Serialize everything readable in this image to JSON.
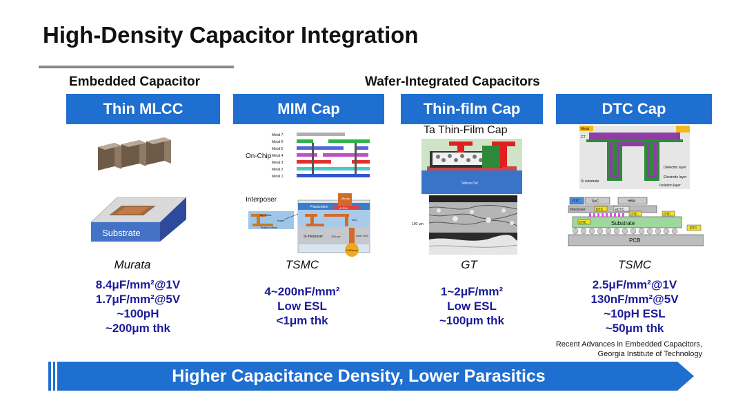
{
  "title": "High-Density Capacitor Integration",
  "sections": {
    "embedded": "Embedded Capacitor",
    "wafer": "Wafer-Integrated Capacitors"
  },
  "columns": [
    {
      "header": "Thin MLCC",
      "company": "Murata",
      "specs": [
        "8.4μF/mm²@1V",
        "1.7μF/mm²@5V",
        "~100pH",
        "~200μm thk"
      ]
    },
    {
      "header": "MIM Cap",
      "company": "TSMC",
      "specs": [
        "4~200nF/mm²",
        "Low ESL",
        "<1μm thk"
      ]
    },
    {
      "header": "Thin-film Cap",
      "company": "GT",
      "specs": [
        "1~2μF/mm²",
        "Low ESL",
        "~100μm thk"
      ]
    },
    {
      "header": "DTC Cap",
      "company": "TSMC",
      "specs": [
        "2.5μF/mm²@1V",
        "130nF/mm²@5V",
        "~10pH ESL",
        "~50μm thk"
      ]
    }
  ],
  "figures": {
    "mlcc_substrate": "Substrate",
    "mim_onchip": "On-Chip",
    "mim_interposer": "Interposer",
    "mim_metal_layers": [
      "Metal 7",
      "Metal 6",
      "Metal 5",
      "Metal 4",
      "Metal 3",
      "Metal 2",
      "Metal 1"
    ],
    "mim_interposer_labels": [
      "Passivation",
      "Al RDL",
      "UBump",
      "Si interposer",
      "100 μm",
      "C4/Bump",
      "Top Metal",
      "Bottom Metal",
      "Insert",
      "SiO₂",
      "Liner SiO₂"
    ],
    "thinfilm_title": "Ta Thin-Film Cap",
    "thinfilm_silicon": "Silicon Ox/",
    "thinfilm_scale": "100 μm",
    "dtc_top_labels": [
      "Metal",
      "CT",
      "Dielectric layer",
      "Electrode layer",
      "Isolation layer",
      "Si substrate"
    ],
    "dtc_package_labels": [
      "DTC",
      "SoC",
      "HBM",
      "Interposer",
      "DTC",
      "eDTC",
      "DTC",
      "DTC",
      "Substrate",
      "DTC",
      "DTC",
      "PCB"
    ]
  },
  "reference": [
    "Recent Advances in Embedded Capacitors,",
    "Georgia Institute of Technology"
  ],
  "banner": "Higher Capacitance Density, Lower Parasitics",
  "colors": {
    "header_blue": "#1f6fd1",
    "spec_text": "#1a1a9a",
    "rule_gray": "#8a8a8a"
  }
}
